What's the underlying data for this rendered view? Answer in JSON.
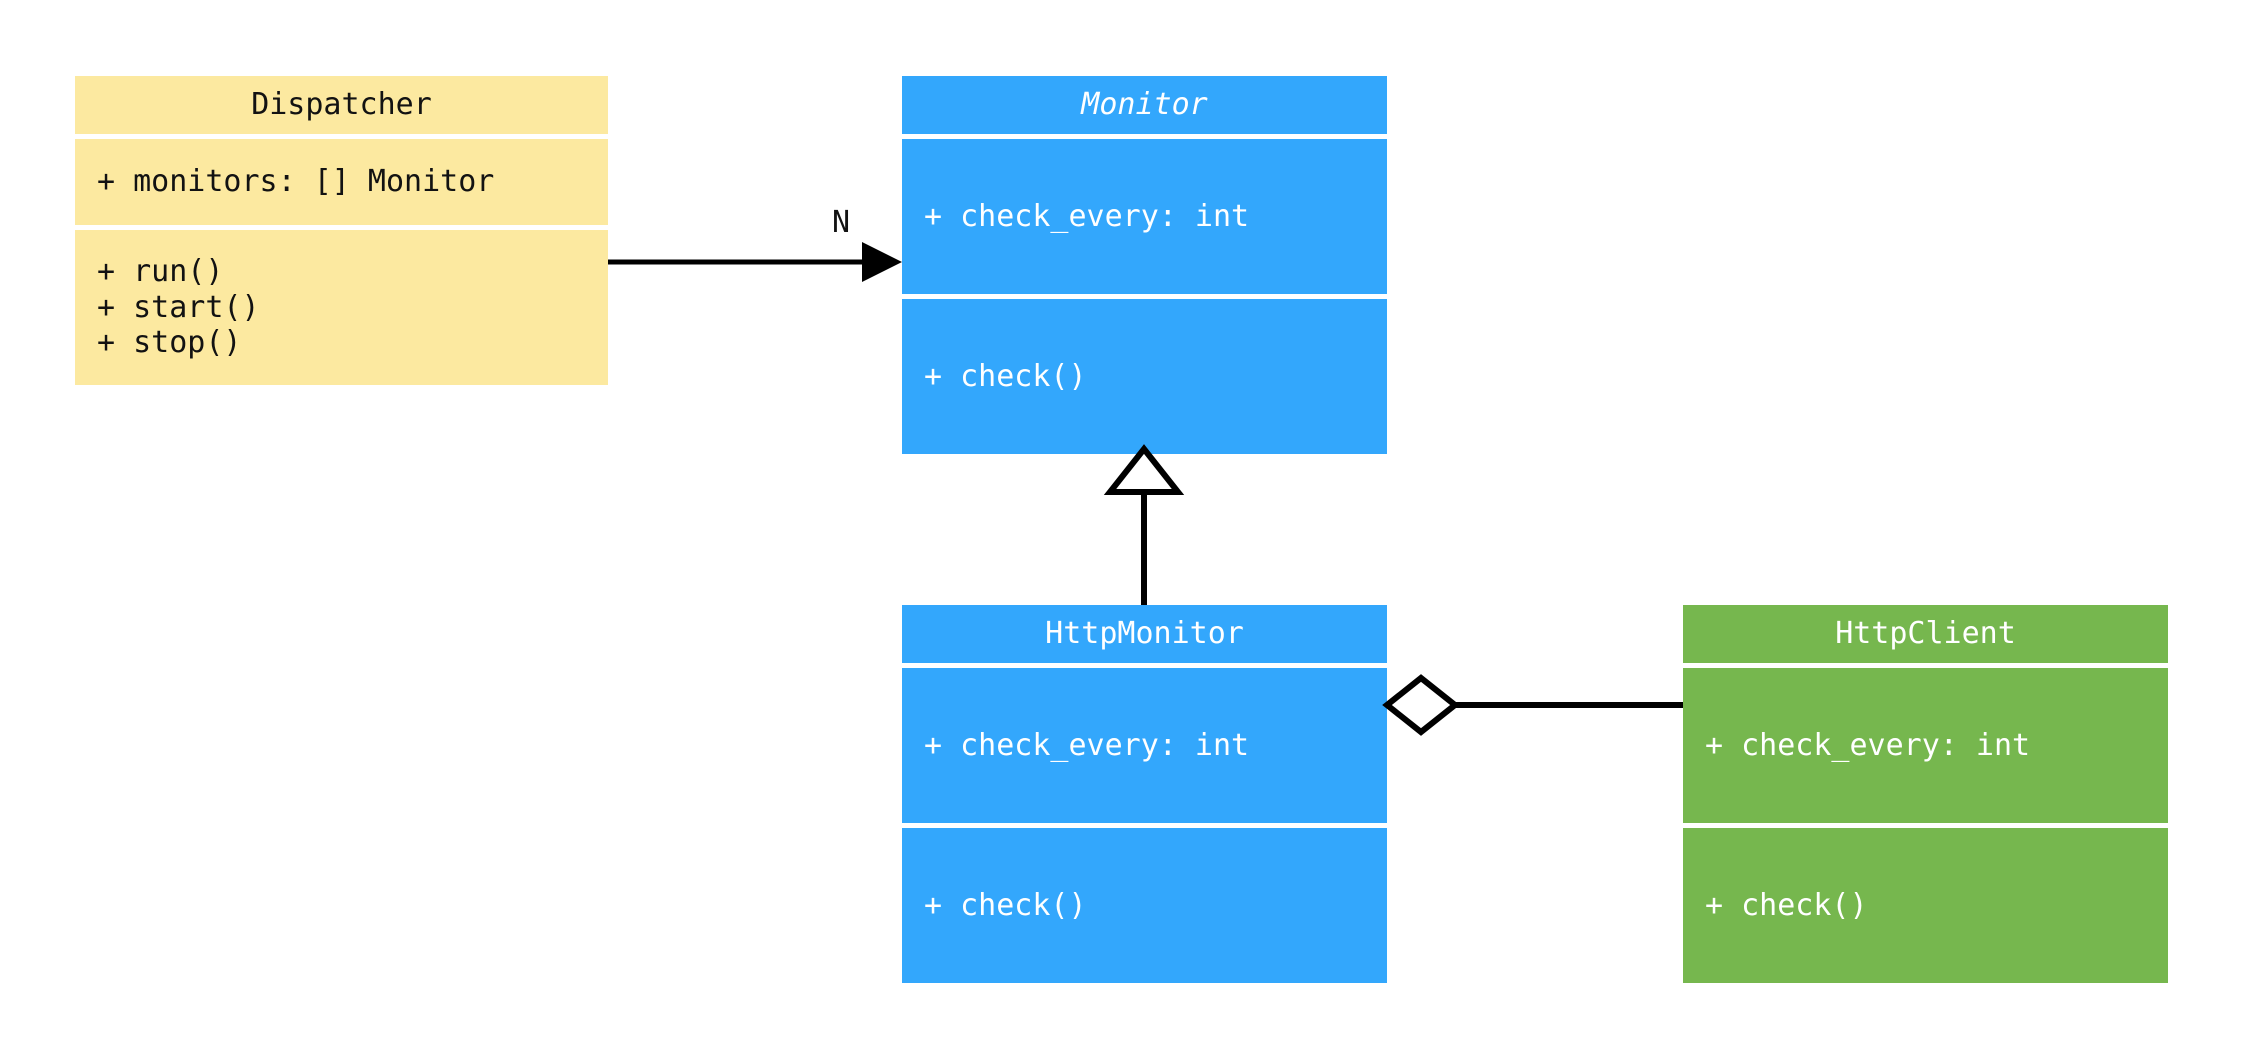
{
  "diagram": {
    "kind": "uml-class-diagram",
    "background": "#ffffff",
    "classes": [
      {
        "id": "dispatcher",
        "name": "Dispatcher",
        "abstract": false,
        "fill": "#fce9a0",
        "text_color": "#121212",
        "attributes": [
          "+ monitors: [] Monitor"
        ],
        "methods": [
          "+ run()",
          "+ start()",
          "+ stop()"
        ]
      },
      {
        "id": "monitor",
        "name": "Monitor",
        "abstract": true,
        "fill": "#33a7fc",
        "text_color": "#ffffff",
        "attributes": [
          "+ check_every: int"
        ],
        "methods": [
          "+ check()"
        ]
      },
      {
        "id": "http-monitor",
        "name": "HttpMonitor",
        "abstract": false,
        "fill": "#33a7fc",
        "text_color": "#ffffff",
        "attributes": [
          "+ check_every: int"
        ],
        "methods": [
          "+ check()"
        ]
      },
      {
        "id": "http-client",
        "name": "HttpClient",
        "abstract": false,
        "fill": "#76b74e",
        "text_color": "#ffffff",
        "attributes": [
          "+ check_every: int"
        ],
        "methods": [
          "+ check()"
        ]
      }
    ],
    "relations": [
      {
        "id": "dispatcher-to-monitor",
        "type": "association",
        "arrow_head": "filled-triangle",
        "from": "Dispatcher",
        "to": "Monitor",
        "label": "N",
        "line_color": "#000000"
      },
      {
        "id": "http-monitor-inherits-monitor",
        "type": "generalization",
        "arrow_head": "hollow-triangle",
        "from": "HttpMonitor",
        "to": "Monitor",
        "label": "",
        "line_color": "#000000"
      },
      {
        "id": "http-monitor-aggregates-http-client",
        "type": "aggregation",
        "arrow_head": "hollow-diamond",
        "from": "HttpMonitor",
        "to": "HttpClient",
        "label": "",
        "line_color": "#000000"
      }
    ]
  }
}
